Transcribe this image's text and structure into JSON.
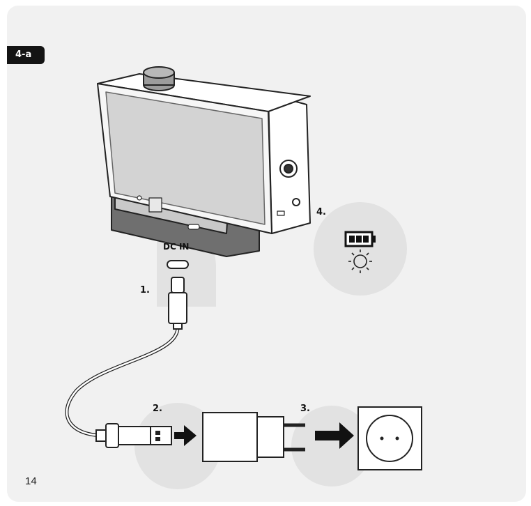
{
  "section_tag": "4-a",
  "page_number": "14",
  "connector_label": "DC IN",
  "steps": [
    {
      "label": "1."
    },
    {
      "label": "2."
    },
    {
      "label": "3."
    },
    {
      "label": "4."
    }
  ],
  "icons": {
    "battery": "battery-full-icon",
    "light": "sun-light-icon",
    "port": "usb-c-port-icon",
    "socket": "wall-socket-icon",
    "charger": "power-adapter-icon"
  }
}
